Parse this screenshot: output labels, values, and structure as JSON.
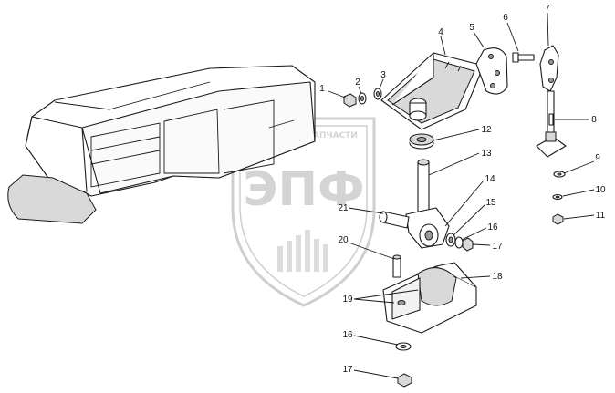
{
  "watermark": {
    "top_text": "ТЕХНИКА И ЗАПЧАСТИ",
    "logo_text": "ЭПФ"
  },
  "callouts": [
    {
      "id": "c1",
      "label": "1"
    },
    {
      "id": "c2",
      "label": "2"
    },
    {
      "id": "c3",
      "label": "3"
    },
    {
      "id": "c4",
      "label": "4"
    },
    {
      "id": "c5",
      "label": "5"
    },
    {
      "id": "c6",
      "label": "6"
    },
    {
      "id": "c7",
      "label": "7"
    },
    {
      "id": "c8",
      "label": "8"
    },
    {
      "id": "c9",
      "label": "9"
    },
    {
      "id": "c10",
      "label": "10"
    },
    {
      "id": "c11",
      "label": "11"
    },
    {
      "id": "c12",
      "label": "12"
    },
    {
      "id": "c13",
      "label": "13"
    },
    {
      "id": "c14",
      "label": "14"
    },
    {
      "id": "c15",
      "label": "15"
    },
    {
      "id": "c16a",
      "label": "16"
    },
    {
      "id": "c17a",
      "label": "17"
    },
    {
      "id": "c18",
      "label": "18"
    },
    {
      "id": "c19",
      "label": "19"
    },
    {
      "id": "c20",
      "label": "20"
    },
    {
      "id": "c21",
      "label": "21"
    },
    {
      "id": "c16b",
      "label": "16"
    },
    {
      "id": "c17b",
      "label": "17"
    }
  ]
}
